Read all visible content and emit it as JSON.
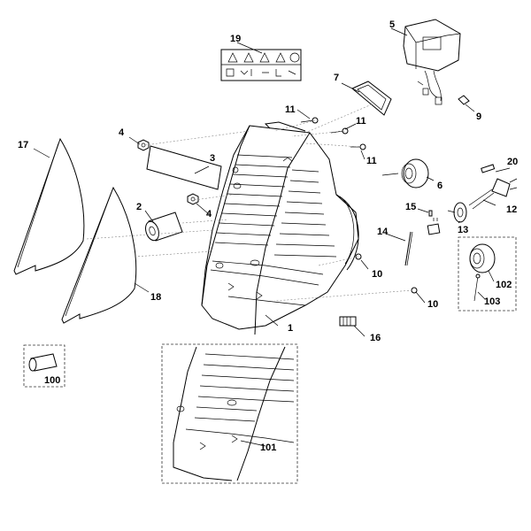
{
  "parts": [
    {
      "id": "p1",
      "label": "1",
      "name": "housing"
    },
    {
      "id": "p2",
      "label": "2",
      "name": "capacitor"
    },
    {
      "id": "p3",
      "label": "3",
      "name": "cover-plate"
    },
    {
      "id": "p4a",
      "label": "4",
      "name": "nut"
    },
    {
      "id": "p4b",
      "label": "4",
      "name": "nut"
    },
    {
      "id": "p5",
      "label": "5",
      "name": "switch-box"
    },
    {
      "id": "p6",
      "label": "6",
      "name": "cable-gland"
    },
    {
      "id": "p7",
      "label": "7",
      "name": "gasket"
    },
    {
      "id": "p9",
      "label": "9",
      "name": "connector"
    },
    {
      "id": "p10a",
      "label": "10",
      "name": "screw"
    },
    {
      "id": "p10b",
      "label": "10",
      "name": "screw"
    },
    {
      "id": "p11a",
      "label": "11",
      "name": "screw"
    },
    {
      "id": "p11b",
      "label": "11",
      "name": "screw"
    },
    {
      "id": "p11c",
      "label": "11",
      "name": "screw"
    },
    {
      "id": "p12",
      "label": "12",
      "name": "power-cable"
    },
    {
      "id": "p13",
      "label": "13",
      "name": "cable-grommet"
    },
    {
      "id": "p14",
      "label": "14",
      "name": "cable-tie"
    },
    {
      "id": "p15",
      "label": "15",
      "name": "pin"
    },
    {
      "id": "p16",
      "label": "16",
      "name": "clip"
    },
    {
      "id": "p17",
      "label": "17",
      "name": "side-panel"
    },
    {
      "id": "p18",
      "label": "18",
      "name": "side-panel"
    },
    {
      "id": "p19",
      "label": "19",
      "name": "warning-label"
    },
    {
      "id": "p20",
      "label": "20",
      "name": "plug"
    },
    {
      "id": "p100",
      "label": "100",
      "name": "capacitor-kit"
    },
    {
      "id": "p101",
      "label": "101",
      "name": "housing-kit"
    },
    {
      "id": "p102",
      "label": "102",
      "name": "gland-kit"
    },
    {
      "id": "p103",
      "label": "103",
      "name": "screw-kit"
    }
  ]
}
